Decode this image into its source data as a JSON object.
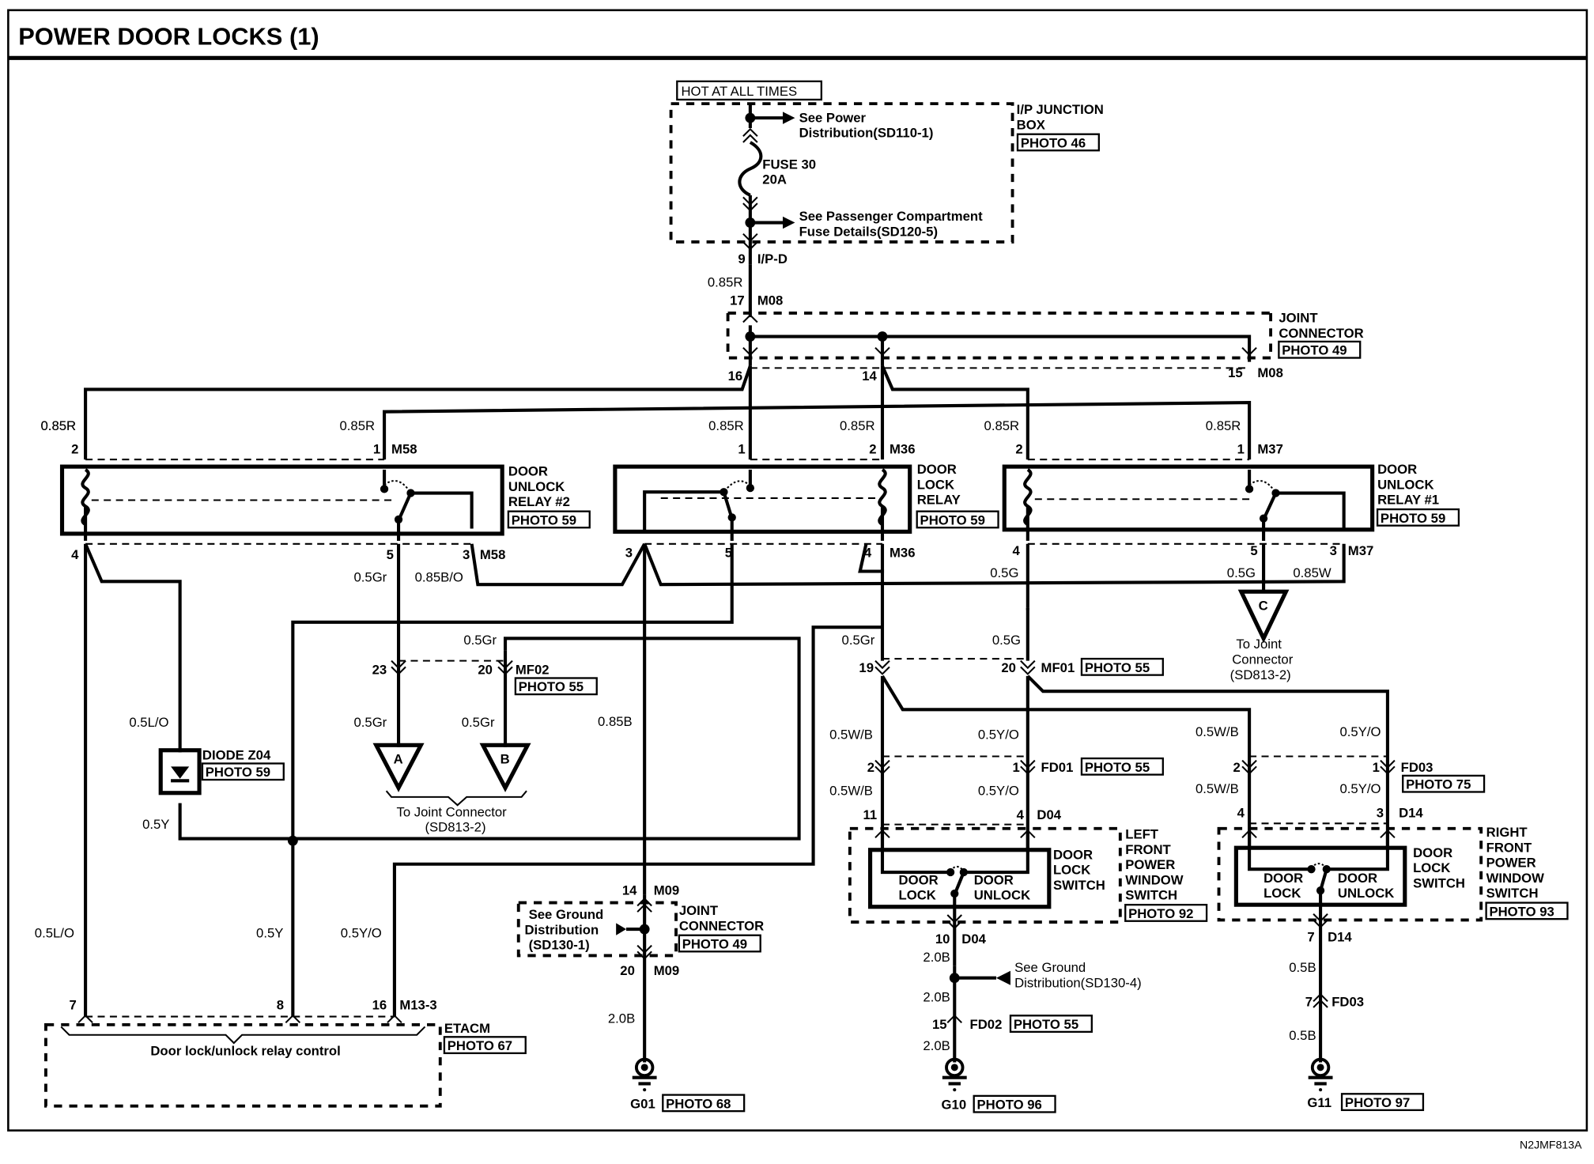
{
  "title": "POWER DOOR LOCKS (1)",
  "figure_code": "N2JMF813A",
  "fuse_box": {
    "hot_label": "HOT AT ALL TIMES",
    "name_line1": "I/P JUNCTION",
    "name_line2": "BOX",
    "photo": "PHOTO 46",
    "fuse_line1": "FUSE 30",
    "fuse_line2": "20A",
    "ref1_line1": "See Power",
    "ref1_line2": "Distribution(SD110-1)",
    "ref2_line1": "See Passenger Compartment",
    "ref2_line2": "Fuse Details(SD120-5)",
    "pin": "9",
    "connector": "I/P-D"
  },
  "feed_wire": {
    "gauge": "0.85R",
    "pin": "17",
    "connector": "M08"
  },
  "joint_connector_top": {
    "line1": "JOINT",
    "line2": "CONNECTOR",
    "photo": "PHOTO 49",
    "pins": [
      "16",
      "14",
      "15"
    ],
    "connector": "M08"
  },
  "relays": {
    "unlock2": {
      "line1": "DOOR",
      "line2": "UNLOCK",
      "line3": "RELAY #2",
      "photo": "PHOTO 59",
      "pin_coil_top": "2",
      "pin_switch_top": "1",
      "connector_top": "M58",
      "pin_coil_bottom": "4",
      "pin_nc": "5",
      "pin_no": "3",
      "connector_bottom": "M58",
      "wire_coil_top": "0.85R",
      "wire_switch_top": "0.85R",
      "wire_nc": "0.5Gr",
      "wire_no": "0.85B/O"
    },
    "lock": {
      "line1": "DOOR",
      "line2": "LOCK",
      "line3": "RELAY",
      "photo": "PHOTO 59",
      "pin_switch_top": "1",
      "pin_coil_top": "2",
      "connector_top": "M36",
      "pin_no": "3",
      "pin_nc": "5",
      "pin_coil_bottom": "4",
      "connector_bottom": "M36",
      "wire_switch_top": "0.85R",
      "wire_coil_top": "0.85R"
    },
    "unlock1": {
      "line1": "DOOR",
      "line2": "UNLOCK",
      "line3": "RELAY #1",
      "photo": "PHOTO 59",
      "pin_coil_top": "2",
      "pin_switch_top": "1",
      "connector_top": "M37",
      "pin_coil_bottom": "4",
      "pin_nc": "5",
      "pin_no": "3",
      "connector_bottom": "M37",
      "wire_coil_top": "0.85R",
      "wire_switch_top": "0.85R",
      "wire_coil_bottom": "0.5G",
      "wire_nc": "0.5G",
      "wire_no": "0.85W"
    }
  },
  "left_wires": {
    "top": "0.85R",
    "wire_lo": "0.5L/O",
    "wire_y": "0.5Y",
    "wire_lo2": "0.5L/O",
    "wire_y2": "0.5Y",
    "wire_yo": "0.5Y/O"
  },
  "diode": {
    "line1": "DIODE Z04",
    "photo": "PHOTO 59"
  },
  "mf02": {
    "pin_a": "23",
    "pin_b": "20",
    "connector": "MF02",
    "photo": "PHOTO 55",
    "wire_in": "0.5Gr",
    "wire_a": "0.5Gr",
    "wire_b": "0.5Gr",
    "label_a": "A",
    "label_b": "B",
    "dest_line1": "To Joint Connector",
    "dest_line2": "(SD813-2)"
  },
  "connector_c": {
    "label": "C",
    "line1": "To Joint",
    "line2": "Connector",
    "line3": "(SD813-2)"
  },
  "ground_wire": {
    "gauge": "0.85B"
  },
  "joint_connector_bottom": {
    "pin_top": "14",
    "pin_bottom": "20",
    "connector": "M09",
    "ref_line1": "See Ground",
    "ref_line2": "Distribution",
    "ref_line3": "(SD130-1)",
    "line1": "JOINT",
    "line2": "CONNECTOR",
    "photo": "PHOTO 49",
    "wire": "2.0B"
  },
  "etacm": {
    "name": "ETACM",
    "photo": "PHOTO 67",
    "function": "Door lock/unlock relay control",
    "pins": [
      "7",
      "8",
      "16"
    ],
    "connector": "M13-3"
  },
  "mf01": {
    "pin_a": "19",
    "pin_b": "20",
    "connector": "MF01",
    "photo": "PHOTO 55",
    "wire_a": "0.5Gr",
    "wire_b": "0.5G"
  },
  "left_switch": {
    "fd_pin_a": "2",
    "fd_pin_b": "1",
    "fd_connector": "FD01",
    "fd_photo": "PHOTO 55",
    "wire_a_top": "0.5W/B",
    "wire_b_top": "0.5Y/O",
    "wire_a_bot": "0.5W/B",
    "wire_b_bot": "0.5Y/O",
    "pin_a": "11",
    "pin_b": "4",
    "connector": "D04",
    "lock_line1": "DOOR",
    "lock_line2": "LOCK",
    "unlock_line1": "DOOR",
    "unlock_line2": "UNLOCK",
    "switch_line1": "DOOR",
    "switch_line2": "LOCK",
    "switch_line3": "SWITCH",
    "name_line1": "LEFT",
    "name_line2": "FRONT",
    "name_line3": "POWER",
    "name_line4": "WINDOW",
    "name_line5": "SWITCH",
    "photo": "PHOTO 92",
    "gnd_pin": "10",
    "gnd_connector": "D04",
    "gnd_wire1": "2.0B",
    "gnd_wire2": "2.0B",
    "gnd_wire3": "2.0B",
    "gnd_ref_line1": "See Ground",
    "gnd_ref_line2": "Distribution(SD130-4)",
    "fd02_pin": "15",
    "fd02_connector": "FD02",
    "fd02_photo": "PHOTO 55",
    "ground": "G10",
    "ground_photo": "PHOTO 96"
  },
  "right_switch": {
    "fd_pin_a": "2",
    "fd_pin_b": "1",
    "fd_connector": "FD03",
    "fd_photo": "PHOTO 75",
    "wire_a_top": "0.5W/B",
    "wire_b_top": "0.5Y/O",
    "wire_a_bot": "0.5W/B",
    "wire_b_bot": "0.5Y/O",
    "pin_a": "4",
    "pin_b": "3",
    "connector": "D14",
    "lock_line1": "DOOR",
    "lock_line2": "LOCK",
    "unlock_line1": "DOOR",
    "unlock_line2": "UNLOCK",
    "switch_line1": "DOOR",
    "switch_line2": "LOCK",
    "switch_line3": "SWITCH",
    "name_line1": "RIGHT",
    "name_line2": "FRONT",
    "name_line3": "POWER",
    "name_line4": "WINDOW",
    "name_line5": "SWITCH",
    "photo": "PHOTO 93",
    "gnd_pin": "7",
    "gnd_connector": "D14",
    "gnd_wire1": "0.5B",
    "gnd_wire2": "0.5B",
    "fd03_pin": "7",
    "fd03_connector": "FD03",
    "ground": "G11",
    "ground_photo": "PHOTO 97"
  },
  "ground_g01": {
    "name": "G01",
    "photo": "PHOTO 68"
  }
}
